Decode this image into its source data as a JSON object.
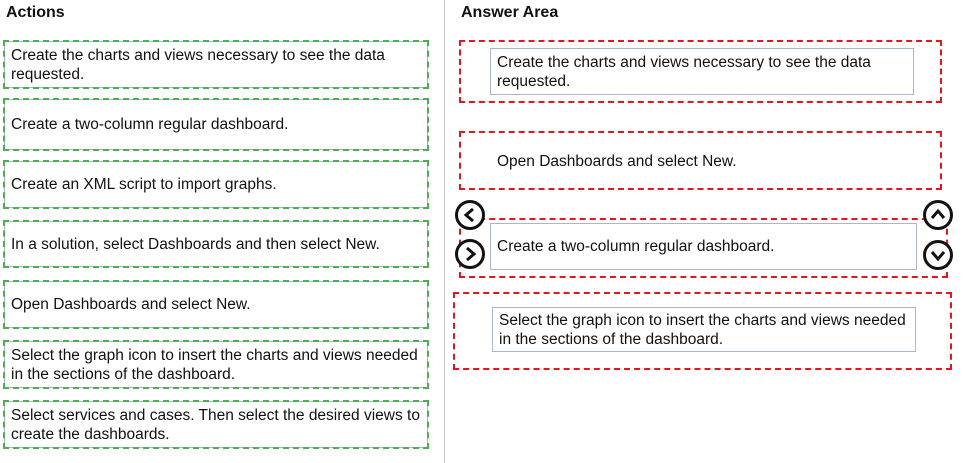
{
  "actions": {
    "title": "Actions",
    "items": [
      {
        "label": "Create the charts and views necessary to see the data requested."
      },
      {
        "label": "Create a two-column regular dashboard."
      },
      {
        "label": "Create an XML script to import graphs."
      },
      {
        "label": "In a solution, select Dashboards and then select New."
      },
      {
        "label": "Open Dashboards and select New."
      },
      {
        "label": "Select the graph icon to insert the charts and views needed in the sections of the dashboard."
      },
      {
        "label": "Select services and cases. Then select the desired views to create the dashboards."
      }
    ]
  },
  "answer": {
    "title": "Answer Area",
    "items": [
      {
        "label": "Create the charts and views necessary to see the data requested."
      },
      {
        "label": "Open Dashboards and select New."
      },
      {
        "label": "Create a two-column regular dashboard."
      },
      {
        "label": "Select the graph icon to insert the charts and views needed in the sections of the dashboard."
      }
    ]
  },
  "colors": {
    "action_border": "#4caf50",
    "zone_border": "#e8141b"
  }
}
